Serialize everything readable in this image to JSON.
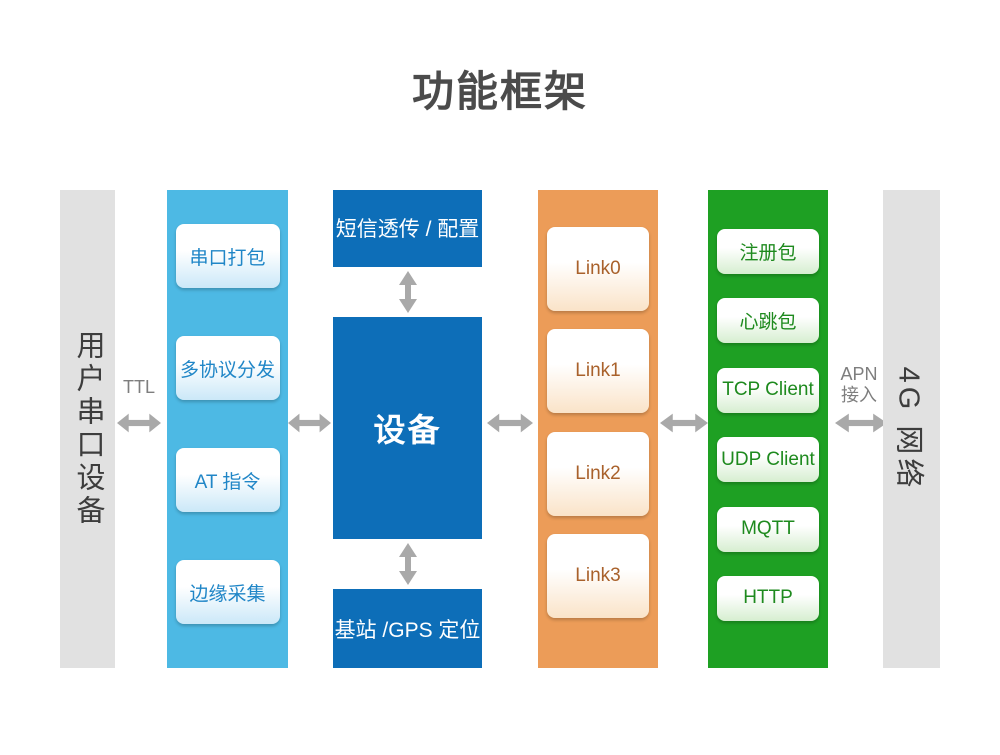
{
  "title": "功能框架",
  "left_bar": {
    "label": "用户串口设备"
  },
  "right_bar": {
    "label": "4G 网络"
  },
  "connections": {
    "ttl": "TTL",
    "apn_line1": "APN",
    "apn_line2": "接入"
  },
  "serial_column": {
    "items": [
      "串口打包",
      "多协议分发",
      "AT 指令",
      "边缘采集"
    ]
  },
  "core_column": {
    "top": "短信透传 / 配置",
    "center": "设备",
    "bottom": "基站 /GPS 定位"
  },
  "links_column": {
    "items": [
      "Link0",
      "Link1",
      "Link2",
      "Link3"
    ]
  },
  "protocol_column": {
    "items": [
      "注册包",
      "心跳包",
      "TCP Client",
      "UDP Client",
      "MQTT",
      "HTTP"
    ]
  },
  "colors": {
    "serial_column_bg": "#4db9e4",
    "core_box_bg": "#0d6eb8",
    "links_column_bg": "#ec9c58",
    "protocol_column_bg": "#1ea023",
    "side_bar_bg": "#e1e1e1",
    "arrow_gray": "#a9a9a9",
    "serial_text": "#2086c7",
    "links_text": "#a9612b",
    "protocol_text": "#1e8a1e",
    "title_text": "#4b4b4b"
  }
}
